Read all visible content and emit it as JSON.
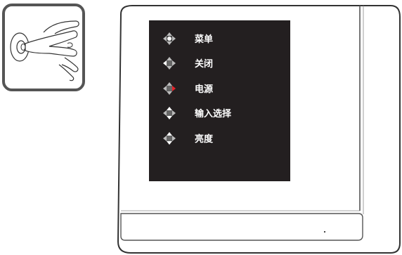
{
  "osd_menu": {
    "items": [
      {
        "label": "菜单",
        "joystick_direction": "center"
      },
      {
        "label": "关闭",
        "joystick_direction": "left"
      },
      {
        "label": "电源",
        "joystick_direction": "right"
      },
      {
        "label": "输入选择",
        "joystick_direction": "up-down"
      },
      {
        "label": "亮度",
        "joystick_direction": "up-down"
      }
    ]
  },
  "colors": {
    "screen": "#231f20",
    "highlight_right": "#e8232a",
    "arrow": "#bbbbbb",
    "outline": "#333333"
  },
  "icons": {
    "inset": "finger-pressing-joystick-icon",
    "menu_item": "joystick-direction-icon"
  }
}
